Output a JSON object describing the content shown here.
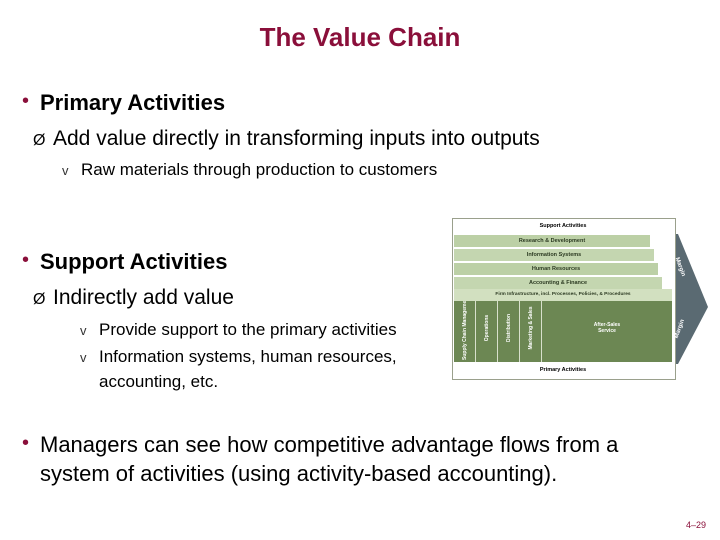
{
  "slide": {
    "title": "The Value Chain",
    "primary": {
      "heading": "Primary Activities",
      "sub": "Add value directly in transforming inputs into outputs",
      "detail": "Raw materials through production to customers"
    },
    "support": {
      "heading": "Support Activities",
      "sub": "Indirectly add value",
      "items": [
        "Provide support to the primary activities",
        "Information systems, human resources,",
        "accounting, etc."
      ]
    },
    "managers": {
      "line1": "Managers can see how competitive advantage flows from a",
      "line2": "system of activities (using activity-based accounting)."
    },
    "page_number": "4–29"
  },
  "diagram": {
    "support_label": "Support Activities",
    "support_bands": [
      "Research & Development",
      "Information Systems",
      "Human Resources",
      "Accounting & Finance",
      "Firm Infrastructure, incl. Processes, Policies, & Procedures"
    ],
    "primary_columns": [
      "Supply Chain Management",
      "Operations",
      "Distribution",
      "Marketing & Sales",
      "After-Sales Service"
    ],
    "primary_label": "Primary Activities",
    "margin_label": "Margin",
    "colors": {
      "title": "#8a0f3a",
      "band_fill": "#bcd0a6",
      "primary_fill": "#6c8753",
      "arrow_fill": "#5a6a72"
    }
  }
}
